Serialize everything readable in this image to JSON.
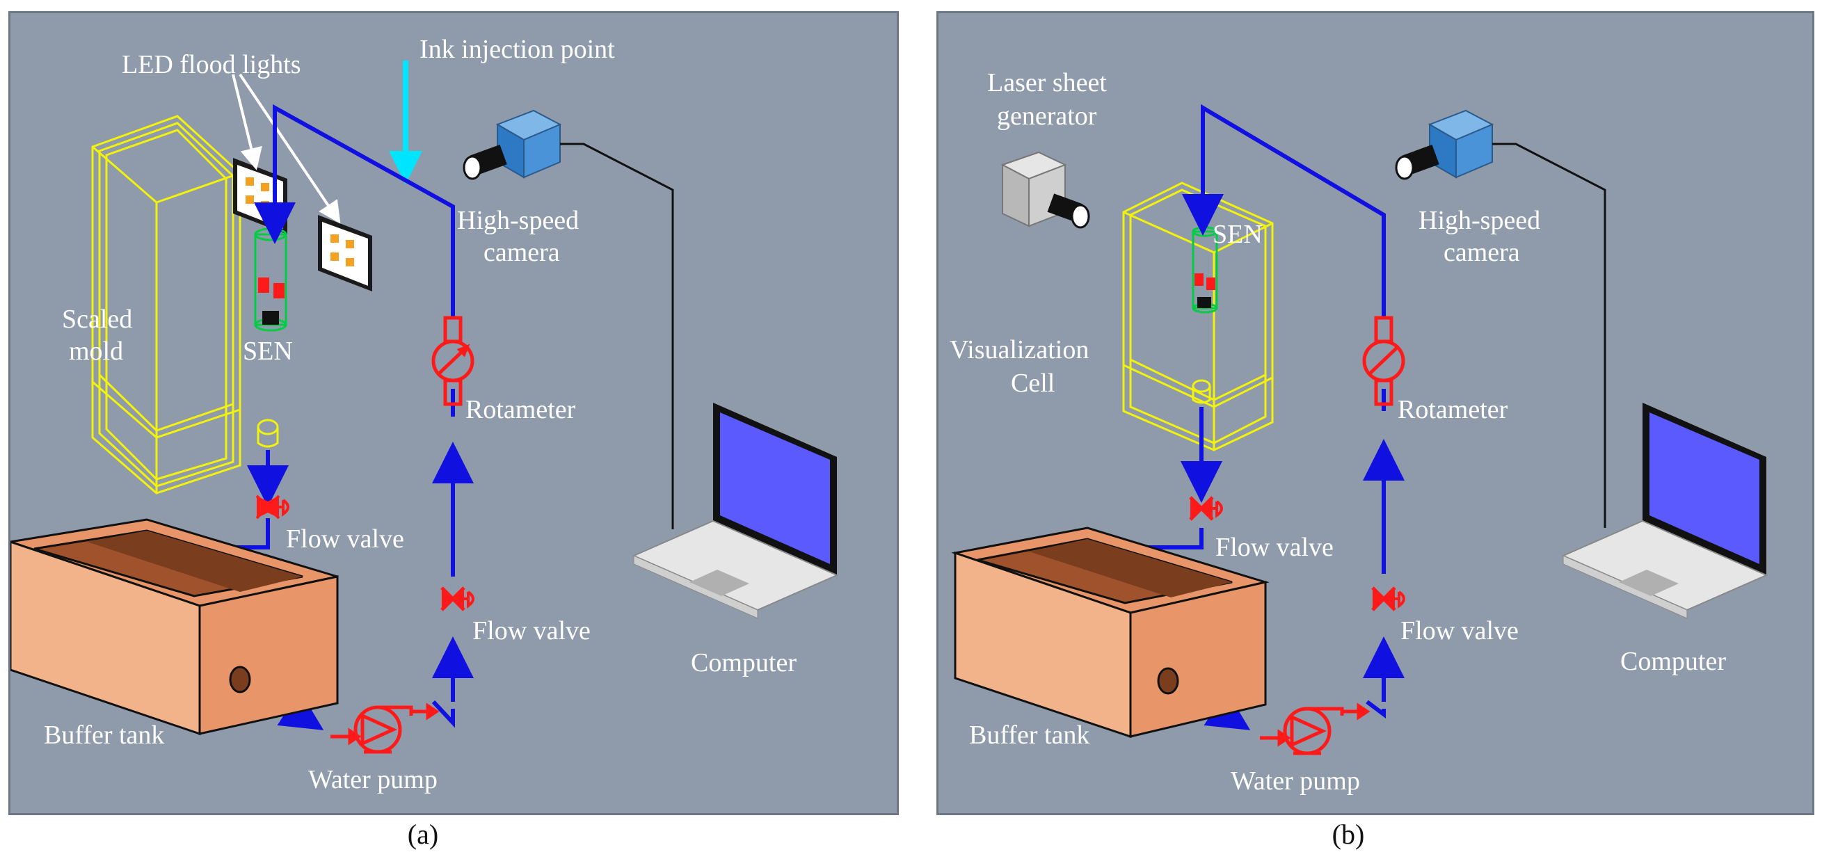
{
  "panel_a": {
    "caption": "(a)",
    "labels": {
      "led": "LED flood lights",
      "ink": "Ink injection point",
      "camera_1": "High-speed",
      "camera_2": "camera",
      "mold_1": "Scaled",
      "mold_2": "mold",
      "sen": "SEN",
      "rotameter": "Rotameter",
      "flow_valve_1": "Flow valve",
      "flow_valve_2": "Flow valve",
      "buffer": "Buffer tank",
      "pump": "Water pump",
      "computer": "Computer"
    }
  },
  "panel_b": {
    "caption": "(b)",
    "labels": {
      "laser_1": "Laser sheet",
      "laser_2": "generator",
      "camera_1": "High-speed",
      "camera_2": "camera",
      "sen": "SEN",
      "cell_1": "Visualization",
      "cell_2": "Cell",
      "rotameter": "Rotameter",
      "flow_valve_1": "Flow valve",
      "flow_valve_2": "Flow valve",
      "buffer": "Buffer tank",
      "pump": "Water pump",
      "computer": "Computer"
    }
  },
  "colors": {
    "background": "#8f9bab",
    "pipe": "#1010e0",
    "valve": "#ff1a1a",
    "tank": "#e8956a",
    "mold": "#f2f20a",
    "screen": "#5a5aff",
    "ink_arrow": "#00e5ff"
  }
}
